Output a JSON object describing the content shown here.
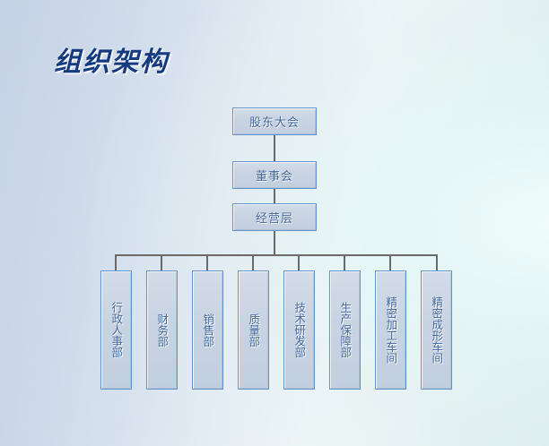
{
  "slide": {
    "title": "组织架构",
    "background": {
      "left_color": "#c6d3e6",
      "right_color": "#eef9f8"
    },
    "title_color": "#153a80"
  },
  "chart_style": {
    "node_fill": "#c8d3e2",
    "node_border": "#6393c8",
    "node_text_color": "#41679c",
    "connector_color": "#6a6a6a"
  },
  "org_chart": {
    "levels": [
      {
        "level": 1,
        "nodes": [
          {
            "label": "股东大会",
            "orientation": "horizontal"
          }
        ]
      },
      {
        "level": 2,
        "nodes": [
          {
            "label": "董事会",
            "orientation": "horizontal"
          }
        ]
      },
      {
        "level": 3,
        "nodes": [
          {
            "label": "经营层",
            "orientation": "horizontal"
          }
        ]
      },
      {
        "level": 4,
        "nodes": [
          {
            "label": "行政人事部",
            "orientation": "vertical"
          },
          {
            "label": "财务部",
            "orientation": "vertical"
          },
          {
            "label": "销售部",
            "orientation": "vertical"
          },
          {
            "label": "质量部",
            "orientation": "vertical"
          },
          {
            "label": "技术研发部",
            "orientation": "vertical"
          },
          {
            "label": "生产保障部",
            "orientation": "vertical"
          },
          {
            "label": "精密加工车间",
            "orientation": "vertical"
          },
          {
            "label": "精密成形车间",
            "orientation": "vertical"
          }
        ]
      }
    ]
  }
}
